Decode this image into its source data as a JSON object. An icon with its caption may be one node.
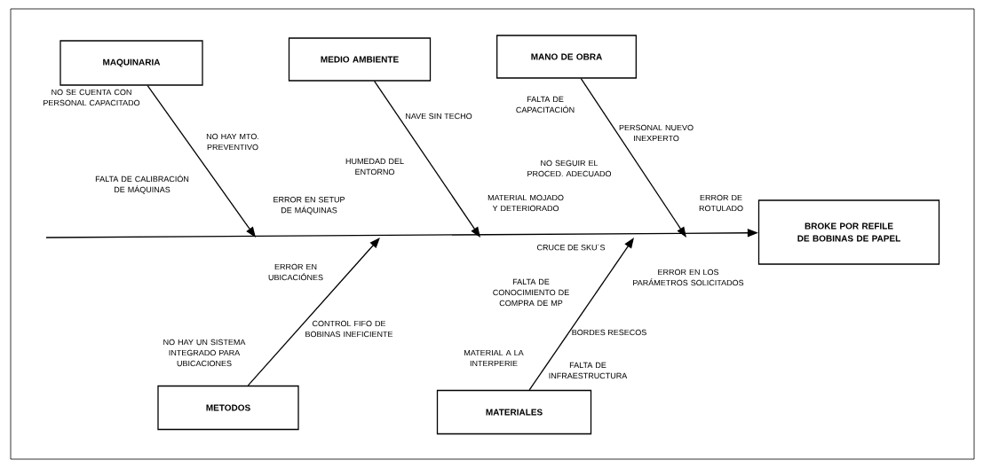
{
  "diagram": {
    "nodes": [
      {
        "text": [
          "MAQUINARIA"
        ]
      },
      {
        "text": [
          "MEDIO AMBIENTE"
        ]
      },
      {
        "text": [
          "MANO DE OBRA"
        ]
      },
      {
        "text": [
          "BROKE POR REFILE DE BOBINAS DE PAPEL"
        ]
      },
      {
        "text": [
          "METODOS"
        ]
      },
      {
        "text": [
          "MATERIALES"
        ]
      }
    ],
    "edges": [
      {
        "from": null,
        "to": 3,
        "arrow": "to"
      },
      {
        "from": 0,
        "to": null,
        "arrow": "to"
      },
      {
        "from": 1,
        "to": null,
        "arrow": "to"
      },
      {
        "from": 2,
        "to": null,
        "arrow": "to"
      },
      {
        "from": 4,
        "to": null,
        "arrow": "to"
      },
      {
        "from": 5,
        "to": null,
        "arrow": "to"
      }
    ],
    "labels": [
      "NO SE CUENTA CON PERSONAL CAPACITADO",
      "FALTA DE CAPACITACIÓN",
      "NAVE SIN TECHO",
      "PERSONAL NUEVO INEXPERTO",
      "NO HAY MTO. PREVENTIVO",
      "HUMEDAD DEL ENTORNO",
      "NO SEGUIR EL PROCED. ADECUADO",
      "FALTA DE CALIBRACIÓN DE MÁQUINAS",
      "ERROR EN SETUP DE MÁQUINAS",
      "MATERIAL MOJADO Y DETERIORADO",
      "ERROR DE ROTULADO",
      "CRUCE DE SKU´S",
      "ERROR EN UBICACIÓNES",
      "ERROR EN LOS PARÁMETROS SOLICITADOS",
      "FALTA DE CONOCIMIENTO DE COMPRA DE MP",
      "CONTROL FIFO DE BOBINAS INEFICIENTE",
      "BORDES RESECOS",
      "NO HAY UN SISTEMA INTEGRADO PARA UBICACIONES",
      "MATERIAL A LA INTERPERIE",
      "FALTA DE INFRAESTRUCTURA"
    ]
  }
}
